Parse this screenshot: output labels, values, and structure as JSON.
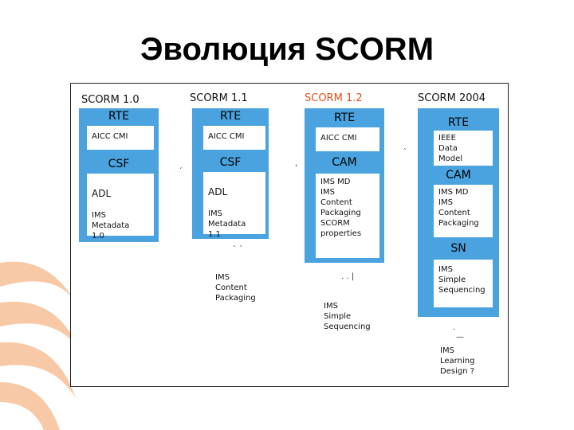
{
  "title": "Эволюция SCORM",
  "columns": [
    {
      "version": "SCORM 1.0",
      "rte": "RTE",
      "rte_box": "AICC CMI",
      "mid": "CSF",
      "mid_box_head": "ADL",
      "mid_box_body": "IMS\nMetadata\n1.0"
    },
    {
      "version": "SCORM 1.1",
      "rte": "RTE",
      "rte_box": "AICC CMI",
      "mid": "CSF",
      "mid_box_head": "ADL",
      "mid_box_body": "IMS\nMetadata\n1.1",
      "below": "IMS\nContent\nPackaging"
    },
    {
      "version": "SCORM 1.2",
      "rte": "RTE",
      "rte_box": "AICC CMI",
      "mid": "CAM",
      "mid_box_body": "IMS MD\nIMS\nContent\nPackaging\nSCORM\nproperties",
      "below": "IMS\nSimple\nSequencing"
    },
    {
      "version": "SCORM 2004",
      "rte": "RTE",
      "rte_box": "IEEE\nData\nModel",
      "mid": "CAM",
      "mid_box_body": "IMS MD\nIMS\nContent\nPackaging",
      "sn": "SN",
      "sn_box": "IMS\nSimple\nSequencing",
      "below": "IMS\nLearning\nDesign ?"
    }
  ],
  "colors": {
    "column_blue": "#4aa3df",
    "highlight_version": "#e0501a",
    "deco_orange": "#f4b183"
  }
}
